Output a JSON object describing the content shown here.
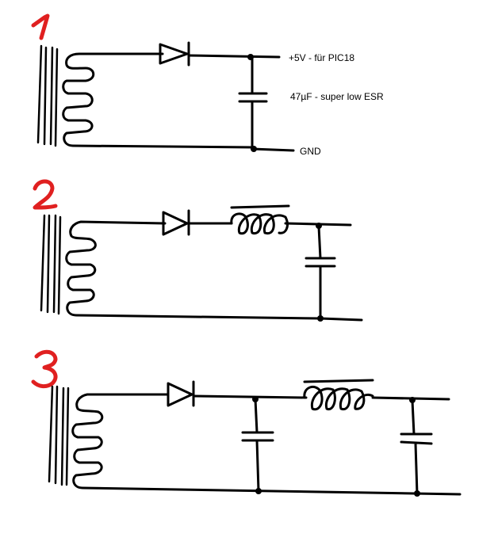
{
  "circuits": [
    {
      "number": "1",
      "labels": {
        "supply": "+5V - für PIC18",
        "capacitor": "47µF - super low ESR",
        "ground": "GND"
      }
    },
    {
      "number": "2"
    },
    {
      "number": "3"
    }
  ],
  "colors": {
    "ink": "#000000",
    "numerals": "#e02020",
    "background": "#ffffff"
  }
}
